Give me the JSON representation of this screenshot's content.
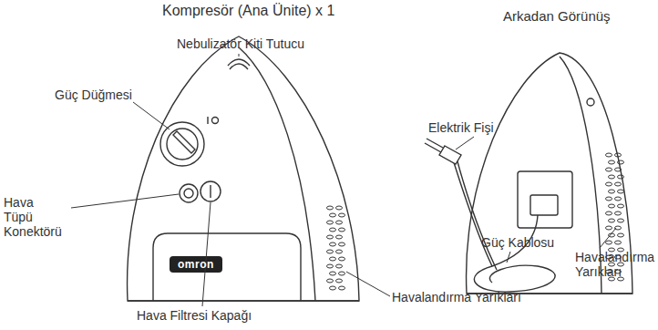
{
  "diagram": {
    "labels": [
      "Kompresör (Ana Ünite) x 1",
      "Arkadan Görünüş",
      "Nebulizatör Kiti Tutucu",
      "Güç Düğmesi",
      "Hava Tüpü Konektörü",
      "omron",
      "Havalandırma Yarıkları",
      "Hava Filtresi Kapağı",
      "Elektrik Fişi",
      "Güç Kablosu",
      "Havalandırma Yarıkları"
    ]
  }
}
